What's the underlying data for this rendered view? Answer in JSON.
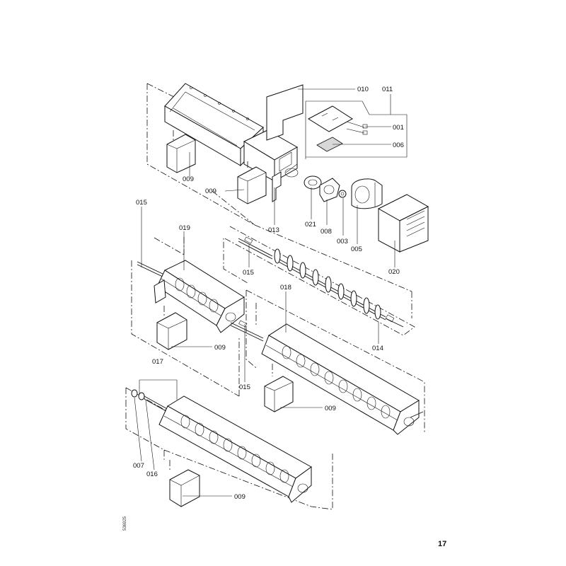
{
  "callouts": {
    "c001": "001",
    "c003": "003",
    "c005": "005",
    "c006": "006",
    "c007": "007",
    "c008": "008",
    "c009_a": "009",
    "c009_b": "009",
    "c009_c": "009",
    "c009_d": "009",
    "c009_e": "009",
    "c010": "010",
    "c011": "011",
    "c013": "013",
    "c014": "014",
    "c015_a": "015",
    "c015_b": "015",
    "c015_c": "015",
    "c016": "016",
    "c017": "017",
    "c018": "018",
    "c019": "019",
    "c020": "020",
    "c021": "021"
  },
  "page_number": "17",
  "drawing_ref": "536925"
}
